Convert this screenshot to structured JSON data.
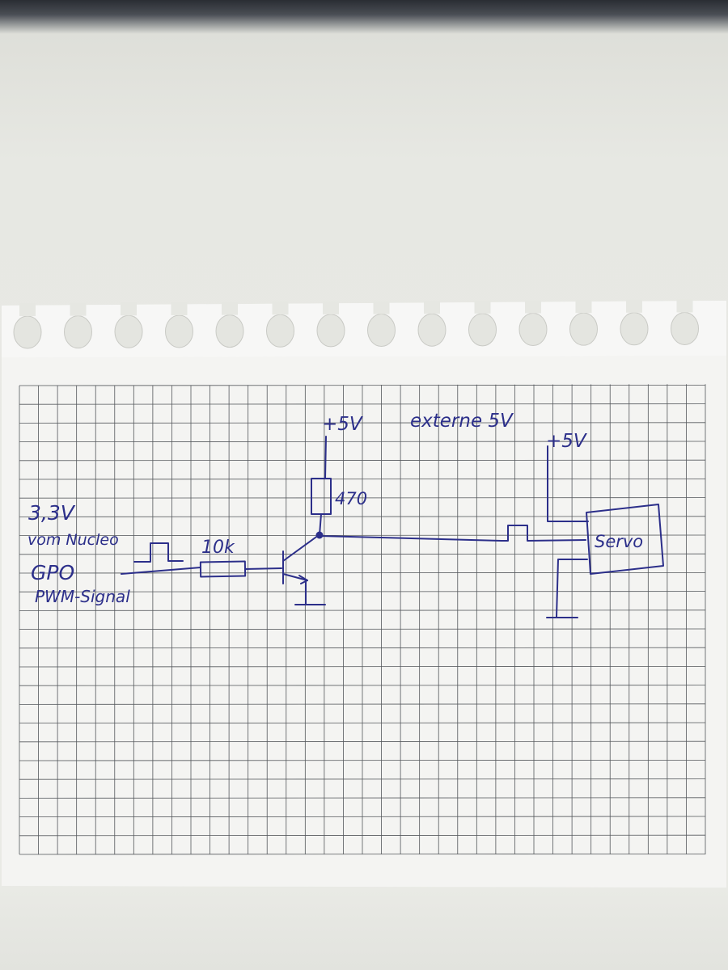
{
  "colors": {
    "ink": "#2c2f8a",
    "grid": "#55585c",
    "paper": "#f4f4f2",
    "desk": "#e7e8e3"
  },
  "labels": {
    "supply_transistor": "+5V",
    "external_supply": "externe 5V",
    "supply_servo": "+5V",
    "collector_resistor": "470",
    "base_resistor": "10k",
    "input_voltage": "3,3V",
    "input_source": "vom Nucleo",
    "input_pin": "GPO",
    "input_signal": "PWM-Signal",
    "servo": "Servo"
  }
}
